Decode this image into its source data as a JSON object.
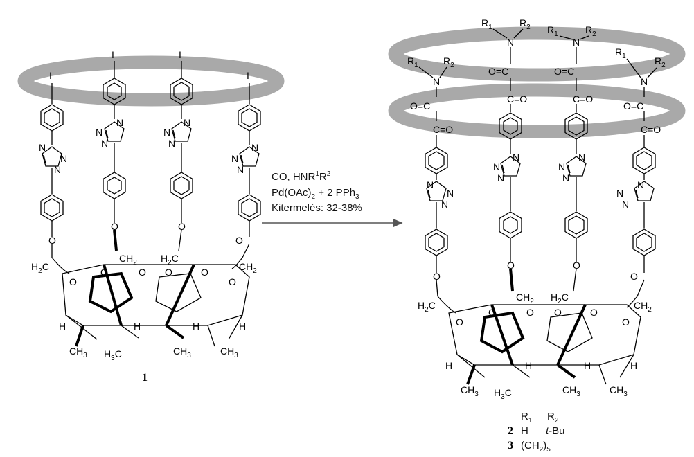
{
  "reaction": {
    "conditions": {
      "line1": "CO, HNR",
      "line1_sup1": "1",
      "line1_r": "R",
      "line1_sup2": "2",
      "line2_a": "Pd(OAc)",
      "line2_sub": "2",
      "line2_b": " + 2 PPh",
      "line2_sub2": "3",
      "line3": "Kitermelés: 32-38%"
    }
  },
  "compound1": {
    "label": "1",
    "iodo": "I",
    "triazole_n": "N",
    "oxygen": "O",
    "h2c": "H",
    "h2c_sub": "2",
    "h2c_c": "C",
    "ch2": "CH",
    "ch2_sub": "2",
    "h": "H",
    "ch3": "CH",
    "ch3_sub": "3",
    "h3c": "H",
    "h3c_sub": "3",
    "h3c_c": "C"
  },
  "compound2": {
    "r1": "R",
    "r1_sub": "1",
    "r2": "R",
    "r2_sub": "2",
    "n": "N",
    "oxygen": "O",
    "carbon": "C",
    "carbonyl": "C=O",
    "carbonyl_rev": "O=C"
  },
  "legend": {
    "header_r1": "R",
    "header_r1_sub": "1",
    "header_r2": "R",
    "header_r2_sub": "2",
    "row2_num": "2",
    "row2_r1": "H",
    "row2_r2_italic": "t",
    "row2_r2_rest": "-Bu",
    "row3_num": "3",
    "row3_group": "(CH",
    "row3_sub": "2",
    "row3_close": ")",
    "row3_sub2": "5"
  }
}
